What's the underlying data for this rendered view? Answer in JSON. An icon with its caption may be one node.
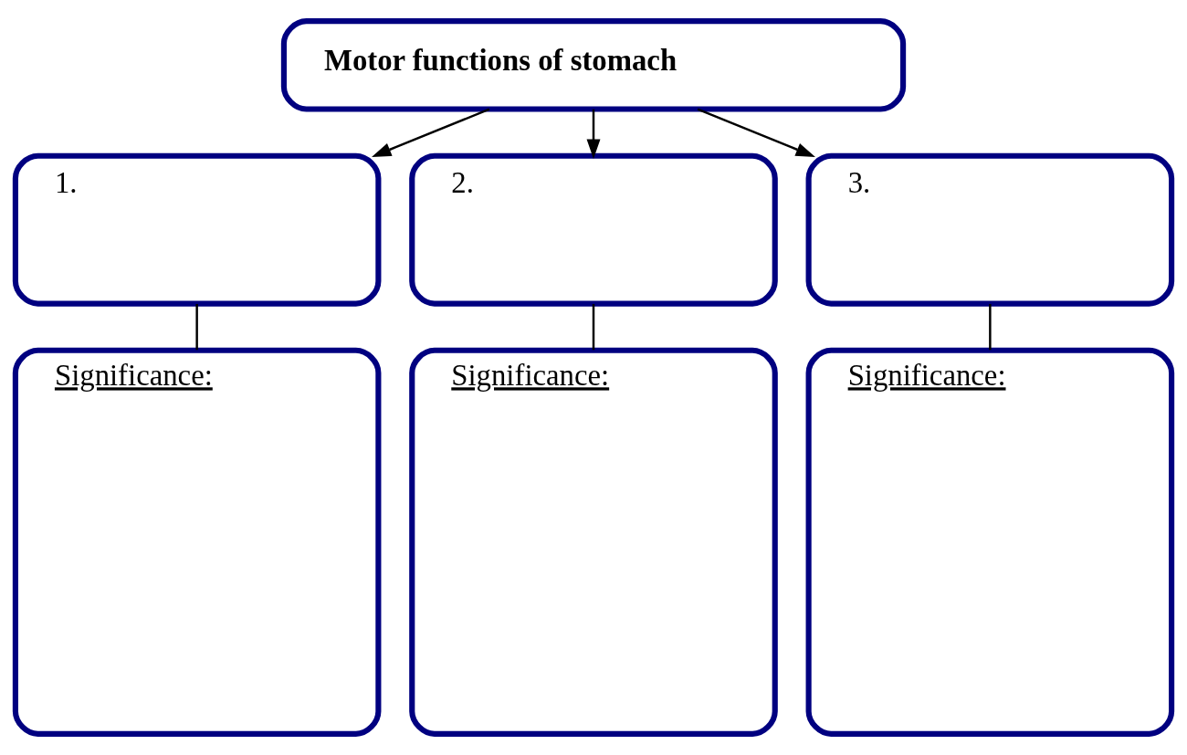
{
  "diagram": {
    "nodes": [
      {
        "text": [
          "Motor functions of stomach"
        ]
      },
      {
        "text": [
          "1."
        ]
      },
      {
        "text": [
          "2."
        ]
      },
      {
        "text": [
          "3."
        ]
      },
      {
        "text": [
          "Significance:"
        ]
      },
      {
        "text": [
          "Significance:"
        ]
      },
      {
        "text": [
          "Significance:"
        ]
      }
    ],
    "edges": [
      {
        "from": 0,
        "to": 1,
        "arrow": "to"
      },
      {
        "from": 0,
        "to": 2,
        "arrow": "to"
      },
      {
        "from": 0,
        "to": 3,
        "arrow": "to"
      },
      {
        "from": 1,
        "to": 4,
        "arrow": "none"
      },
      {
        "from": 2,
        "to": 5,
        "arrow": "none"
      },
      {
        "from": 3,
        "to": 6,
        "arrow": "none"
      }
    ]
  }
}
